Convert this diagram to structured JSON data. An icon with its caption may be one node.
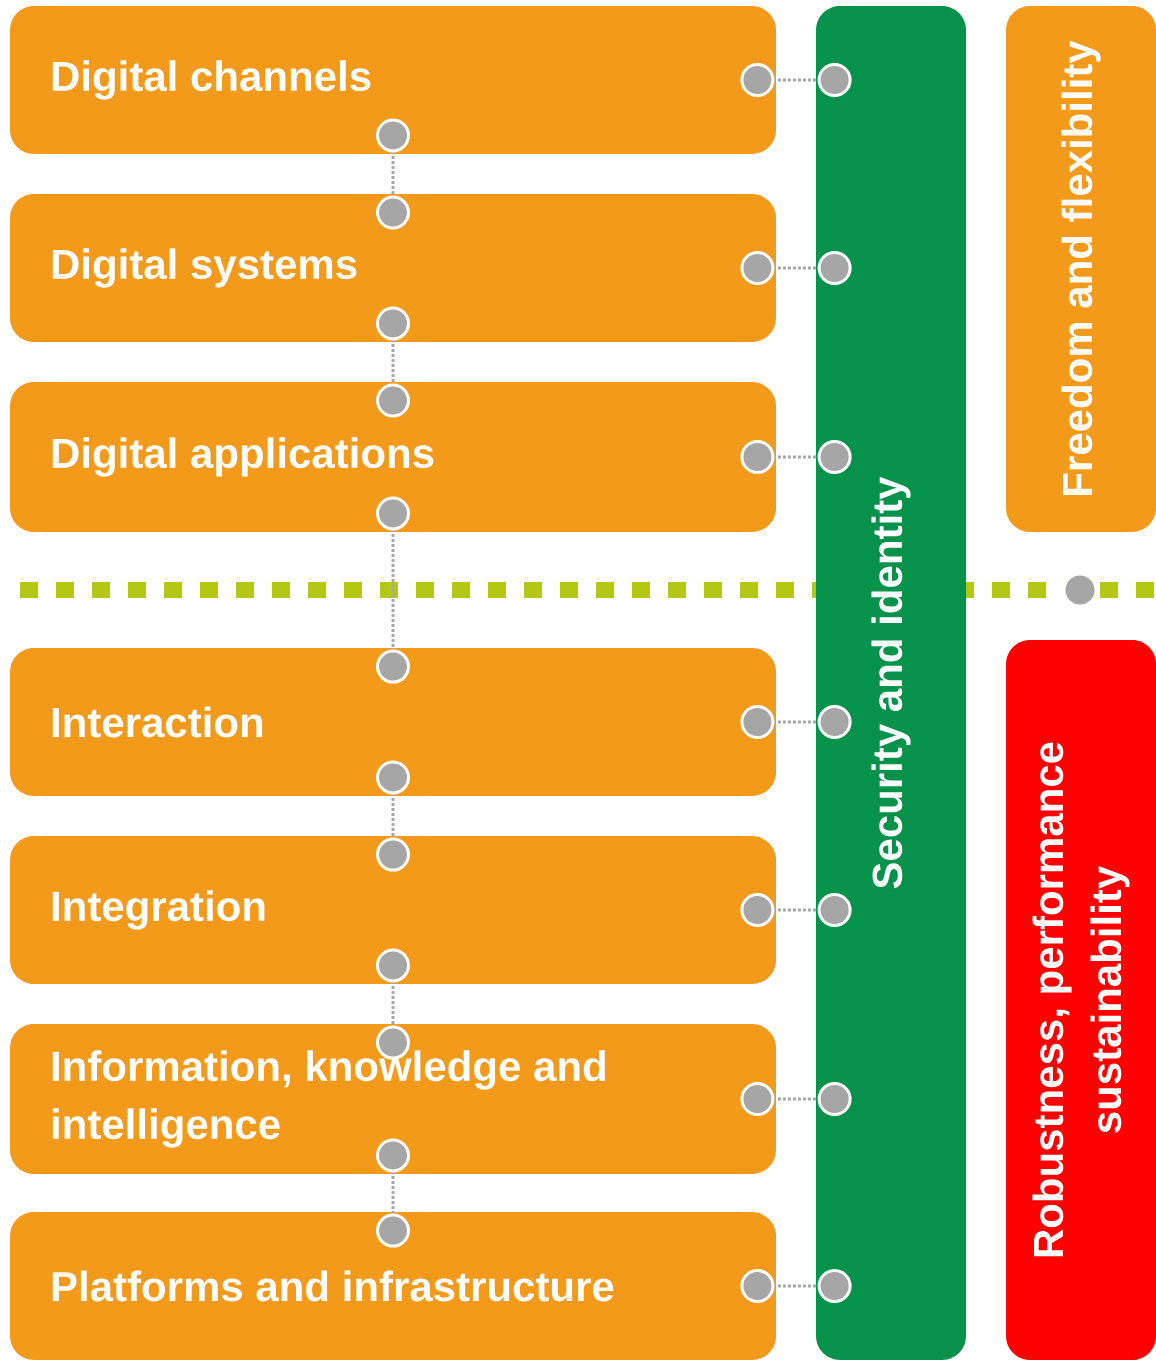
{
  "diagram": {
    "nodes": [
      {
        "text": [
          "Digital channels"
        ]
      },
      {
        "text": [
          "Digital systems"
        ]
      },
      {
        "text": [
          "Digital applications"
        ]
      },
      {
        "text": [
          "Interaction"
        ]
      },
      {
        "text": [
          "Integration"
        ]
      },
      {
        "text": [
          "Information, knowledge and intelligence"
        ]
      },
      {
        "text": [
          "Platforms and infrastructure"
        ]
      },
      {
        "text": [
          "Security and identity"
        ]
      },
      {
        "text": [
          "Freedom and flexibility"
        ]
      },
      {
        "text": [
          "Robustness, performance sustainability"
        ]
      }
    ],
    "edges": [
      {
        "from": 0,
        "to": 7,
        "arrow": "other",
        "style": "dashed"
      },
      {
        "from": 0,
        "to": 1,
        "arrow": "other",
        "style": "dashed"
      },
      {
        "from": 1,
        "to": 7,
        "arrow": "other",
        "style": "dashed"
      },
      {
        "from": 1,
        "to": 2,
        "arrow": "other",
        "style": "dashed"
      },
      {
        "from": 2,
        "to": 7,
        "arrow": "other",
        "style": "dashed"
      },
      {
        "from": 2,
        "to": 3,
        "arrow": "other",
        "style": "dashed"
      },
      {
        "from": 3,
        "to": 7,
        "arrow": "other",
        "style": "dashed"
      },
      {
        "from": 3,
        "to": 4,
        "arrow": "other",
        "style": "dashed"
      },
      {
        "from": 4,
        "to": 7,
        "arrow": "other",
        "style": "dashed"
      },
      {
        "from": 4,
        "to": 5,
        "arrow": "other",
        "style": "dashed"
      },
      {
        "from": 5,
        "to": 7,
        "arrow": "other",
        "style": "dashed"
      },
      {
        "from": 5,
        "to": 6,
        "arrow": "other",
        "style": "dashed"
      },
      {
        "from": 6,
        "to": 7,
        "arrow": "other",
        "style": "dashed"
      }
    ]
  }
}
